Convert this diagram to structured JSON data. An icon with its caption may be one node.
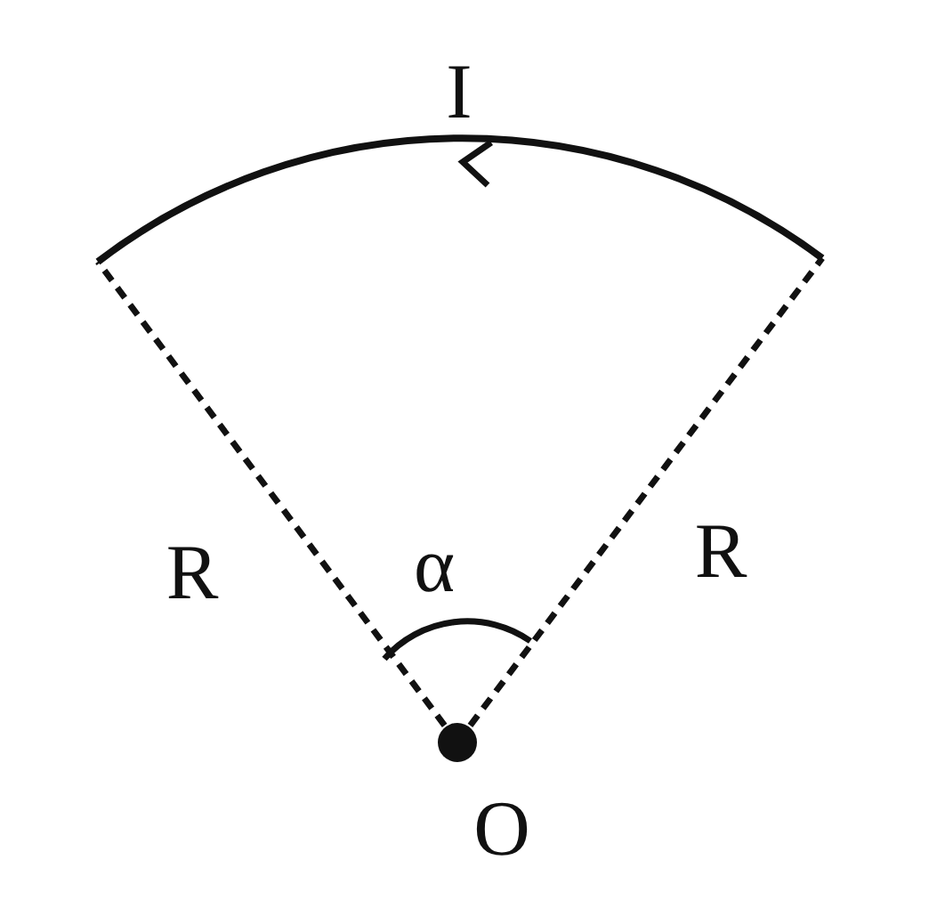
{
  "diagram": {
    "labels": [
      "I",
      "R",
      "α",
      "R",
      "O"
    ]
  }
}
